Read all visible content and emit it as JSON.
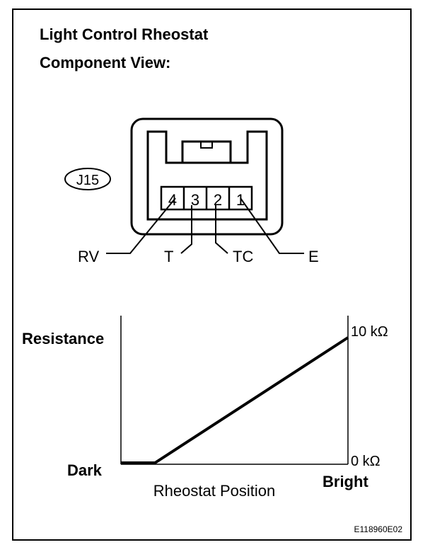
{
  "titles": {
    "line1": "Light Control Rheostat",
    "line2": "Component View:"
  },
  "connector": {
    "id": "J15",
    "pins": [
      "4",
      "3",
      "2",
      "1"
    ],
    "terminals": [
      "RV",
      "T",
      "TC",
      "E"
    ]
  },
  "graph": {
    "y_axis_label": "Resistance",
    "x_axis_label": "Rheostat Position",
    "left_label": "Dark",
    "right_label": "Bright",
    "max_label": "10 kΩ",
    "min_label": "0 kΩ"
  },
  "chart_data": {
    "type": "line",
    "x_range": [
      "Dark",
      "Bright"
    ],
    "y_range": [
      "0 kΩ",
      "10 kΩ"
    ],
    "series": [
      {
        "points": [
          [
            0,
            0
          ],
          [
            0.15,
            0
          ],
          [
            1,
            10
          ]
        ]
      }
    ]
  },
  "figure_code": "E118960E02",
  "colors": {
    "ink": "#000000",
    "background": "#ffffff"
  }
}
